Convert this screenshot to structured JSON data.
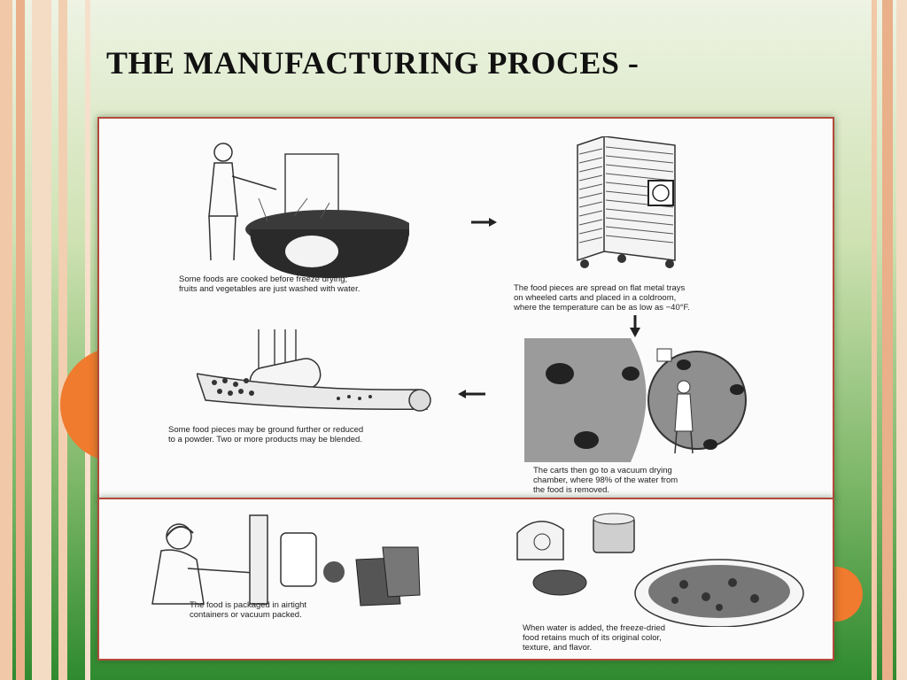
{
  "slide": {
    "title": "THE MANUFACTURING PROCES -",
    "colors": {
      "accent_orange": "#f07a2e",
      "frame_border": "#b24a3a",
      "background_green": "#2f8a2f"
    }
  },
  "diagram": {
    "steps": [
      {
        "caption": [
          "Some foods are cooked before freeze drying;",
          "fruits and vegetables are just washed with water."
        ]
      },
      {
        "caption": [
          "The food pieces are spread on flat metal trays",
          "on wheeled carts and placed in a coldroom,",
          "where the temperature can be as low as −40°F."
        ]
      },
      {
        "caption": [
          "The carts then go to a vacuum drying",
          "chamber, where 98% of the water from",
          "the food is removed."
        ]
      },
      {
        "caption": [
          "Some food pieces may be ground further or reduced",
          "to a powder. Two or more products may be blended."
        ]
      },
      {
        "caption": [
          "The food is packaged in airtight",
          "containers or vacuum packed."
        ]
      },
      {
        "caption": [
          "When water is added, the freeze-dried",
          "food retains much of its original color,",
          "texture, and flavor."
        ]
      }
    ],
    "arrows": [
      "right-arrow-icon",
      "down-arrow-icon",
      "left-arrow-icon"
    ]
  }
}
